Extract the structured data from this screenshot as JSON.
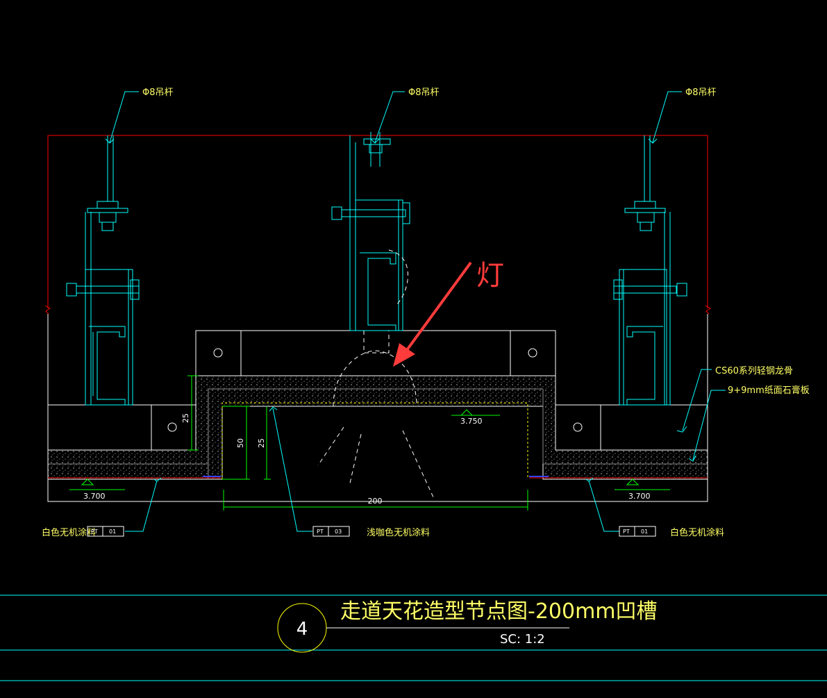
{
  "labels": {
    "hanger_rod": "Φ8吊杆",
    "keel": "CS60系列轻钢龙骨",
    "board": "9+9mm纸面石膏板",
    "lamp": "灯",
    "paint_white": "白色无机涂料",
    "paint_light_coffee": "浅咖色无机涂料"
  },
  "tags": {
    "left": {
      "code": "PT",
      "num": "01"
    },
    "mid": {
      "code": "PT",
      "num": "03"
    },
    "right": {
      "code": "PT",
      "num": "01"
    }
  },
  "dimensions": {
    "d25_left": "25",
    "d50": "50",
    "d25_mid": "25",
    "d200": "200"
  },
  "elevations": {
    "left": "3.700",
    "mid": "3.750",
    "right": "3.700"
  },
  "title": {
    "number": "4",
    "text": "走道天花造型节点图-200mm凹槽",
    "scale": "SC:  1:2"
  },
  "colors": {
    "background": "#000000",
    "boundary_red": "#ff0000",
    "steel_cyan": "#00ffff",
    "text_yellow": "#ffff66",
    "dimension_green": "#00ff00",
    "arrow_red": "#ff3b3b"
  }
}
